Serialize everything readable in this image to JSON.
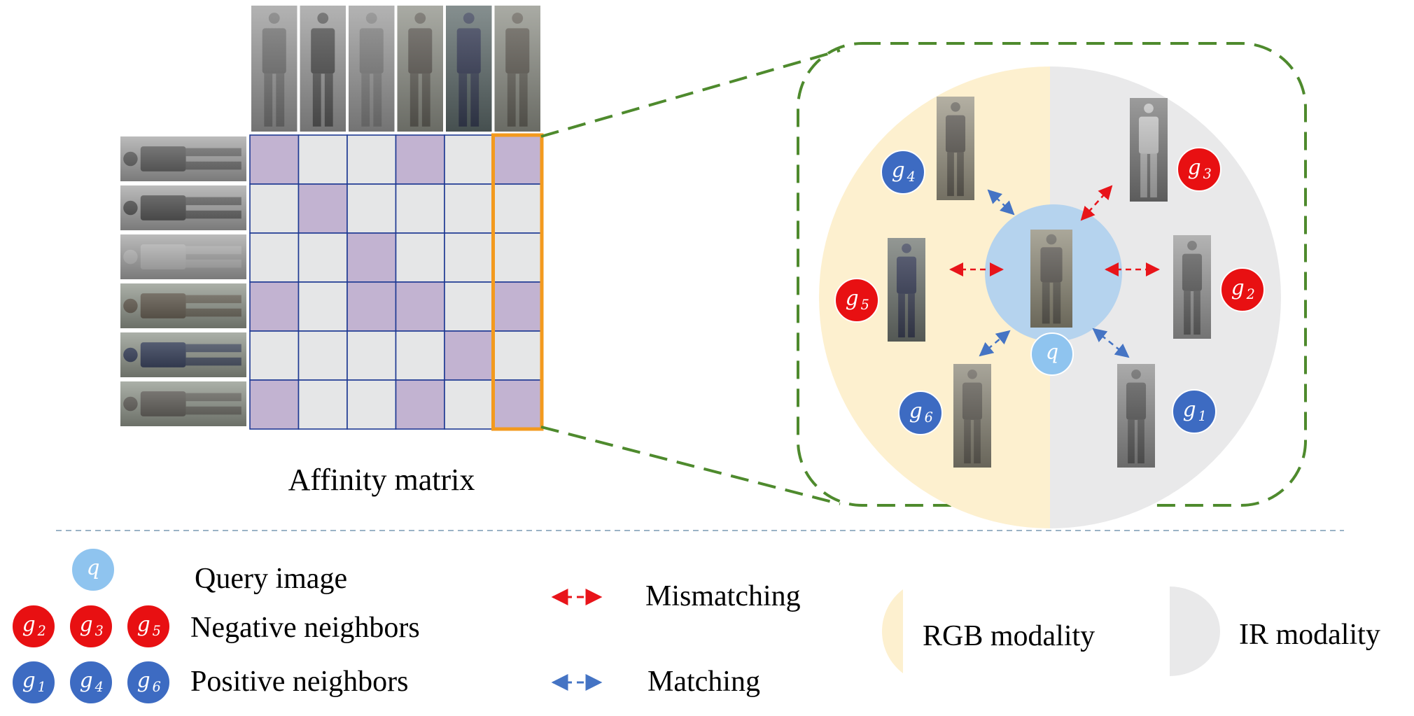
{
  "matrix": {
    "caption": "Affinity matrix",
    "rows": 6,
    "cols": 6,
    "highlighted_column": 5,
    "cells": [
      [
        1,
        0,
        0,
        1,
        0,
        1
      ],
      [
        0,
        1,
        0,
        0,
        0,
        0
      ],
      [
        0,
        0,
        1,
        0,
        0,
        0
      ],
      [
        1,
        0,
        1,
        1,
        0,
        1
      ],
      [
        0,
        0,
        0,
        0,
        1,
        0
      ],
      [
        1,
        0,
        0,
        1,
        0,
        1
      ]
    ],
    "top_image_tones": [
      "#6e6e6e",
      "#4a4a4a",
      "#7b7b7b",
      "#5a5650",
      "#2f3550",
      "#5e5a52"
    ],
    "left_image_tones": [
      "#5c5c5c",
      "#4d4d4d",
      "#b8b8b8",
      "#5e564a",
      "#2f3955",
      "#5d5a55"
    ]
  },
  "zoom": {
    "query_label": "q",
    "neighbors": [
      {
        "id": "g4",
        "base": "g",
        "sub": "4",
        "type": "positive",
        "modality": "rgb"
      },
      {
        "id": "g3",
        "base": "g",
        "sub": "3",
        "type": "negative",
        "modality": "ir"
      },
      {
        "id": "g5",
        "base": "g",
        "sub": "5",
        "type": "negative",
        "modality": "rgb"
      },
      {
        "id": "g2",
        "base": "g",
        "sub": "2",
        "type": "negative",
        "modality": "ir"
      },
      {
        "id": "g6",
        "base": "g",
        "sub": "6",
        "type": "positive",
        "modality": "rgb"
      },
      {
        "id": "g1",
        "base": "g",
        "sub": "1",
        "type": "positive",
        "modality": "ir"
      }
    ]
  },
  "legend": {
    "query": {
      "badge": "q",
      "label": "Query image"
    },
    "negative": {
      "badges": [
        {
          "base": "g",
          "sub": "2"
        },
        {
          "base": "g",
          "sub": "3"
        },
        {
          "base": "g",
          "sub": "5"
        }
      ],
      "label": "Negative neighbors"
    },
    "positive": {
      "badges": [
        {
          "base": "g",
          "sub": "1"
        },
        {
          "base": "g",
          "sub": "4"
        },
        {
          "base": "g",
          "sub": "6"
        }
      ],
      "label": "Positive neighbors"
    },
    "mismatching": "Mismatching",
    "matching": "Matching",
    "rgb": "RGB modality",
    "ir": "IR modality"
  },
  "colors": {
    "cell_match": "#c2b3d1",
    "cell_empty": "#e5e6e7",
    "grid_line": "#1f3a93",
    "highlight": "#f39a1e",
    "zoom_border": "#4e8a2d",
    "rgb_bg": "#fdf0cf",
    "ir_bg": "#e9e9ea",
    "query_bg": "#b5d3ee",
    "query_badge": "#8fc4ef",
    "positive": "#3d6bc2",
    "negative": "#e81012",
    "mismatch_arrow": "#e8141a",
    "match_arrow": "#4574c4",
    "divider": "#9ab3c6"
  }
}
